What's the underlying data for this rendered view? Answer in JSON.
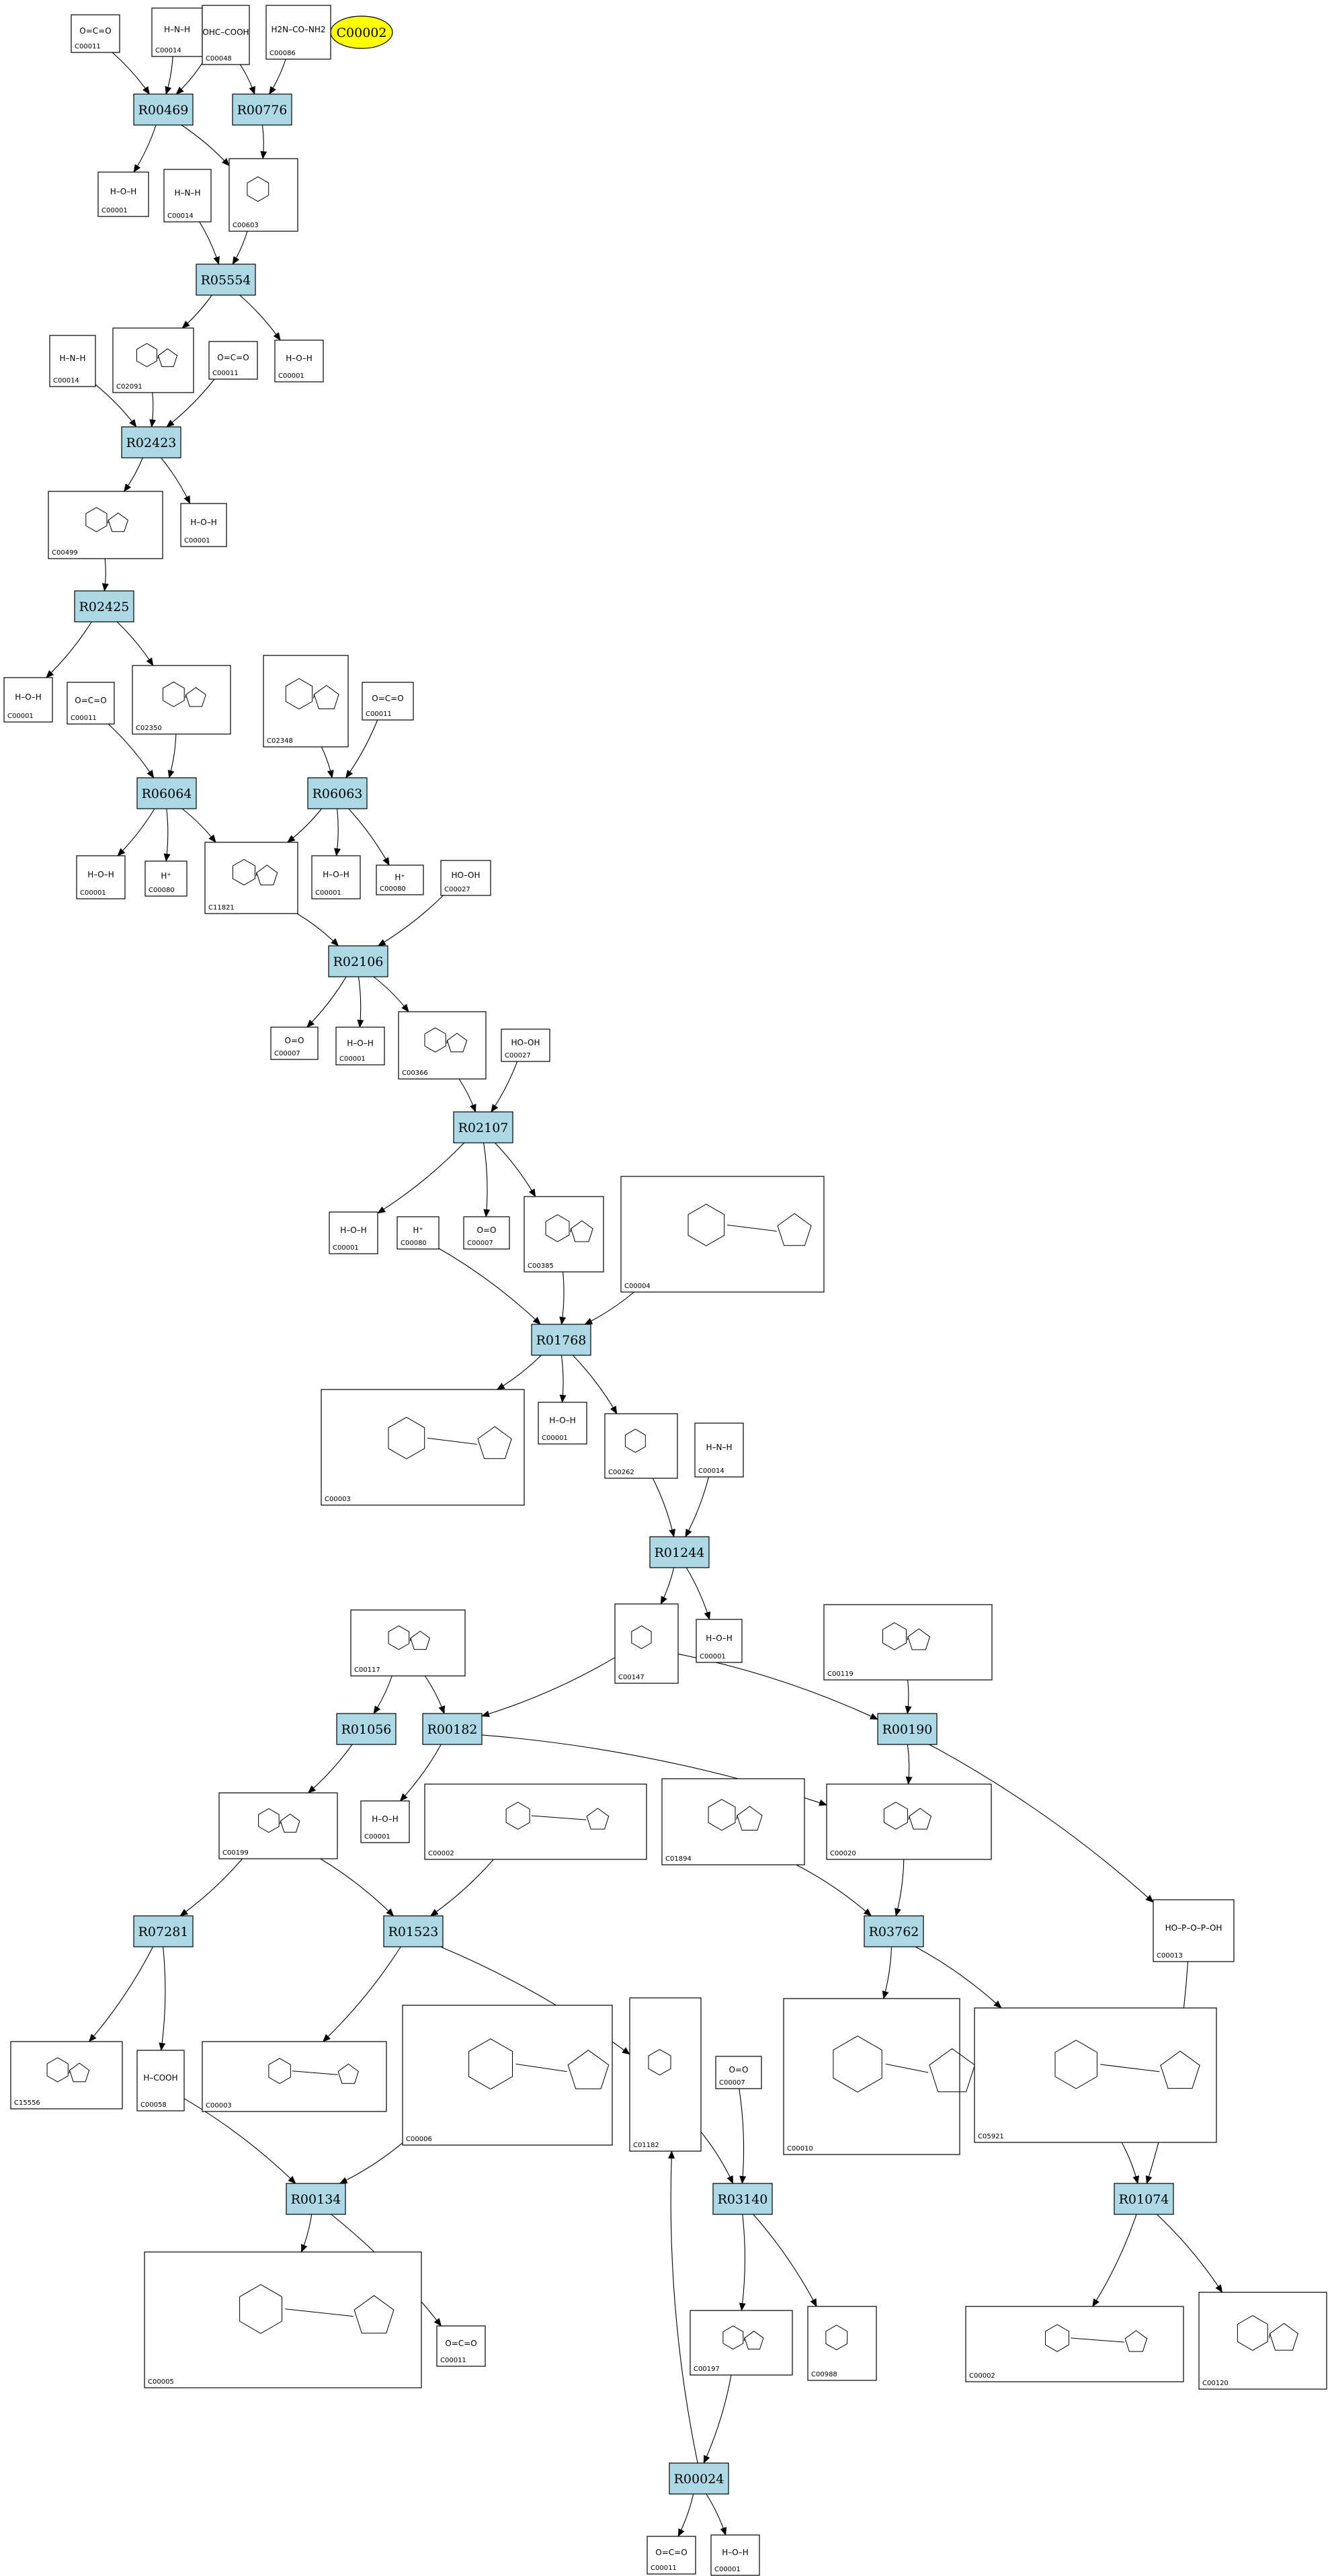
{
  "target": "C00002",
  "reactions": [
    "R00469",
    "R00776",
    "R05554",
    "R02423",
    "R02425",
    "R06064",
    "R06063",
    "R02106",
    "R02107",
    "R01768",
    "R01244",
    "R01056",
    "R00182",
    "R00190",
    "R07281",
    "R01523",
    "R03762",
    "R00134",
    "R03140",
    "R01074",
    "R00024"
  ],
  "compounds": [
    {
      "id": "a1",
      "label": "C00011",
      "struct": "O=C=O"
    },
    {
      "id": "a2",
      "label": "C00014",
      "struct": "H–N–H"
    },
    {
      "id": "a3",
      "label": "C00048",
      "struct": "OHC–COOH"
    },
    {
      "id": "a4",
      "label": "C00086",
      "struct": "H2N–CO–NH2"
    },
    {
      "id": "b1",
      "label": "C00001",
      "struct": "H–O–H"
    },
    {
      "id": "b2",
      "label": "C00014",
      "struct": "H–N–H"
    },
    {
      "id": "b3",
      "label": "C00603",
      "struct": "ring"
    },
    {
      "id": "c1",
      "label": "C00001",
      "struct": "H–O–H"
    },
    {
      "id": "d1",
      "label": "C00014",
      "struct": "H–N–H"
    },
    {
      "id": "d2",
      "label": "C02091",
      "struct": "ring"
    },
    {
      "id": "d3",
      "label": "C00011",
      "struct": "O=C=O"
    },
    {
      "id": "e1",
      "label": "C00499",
      "struct": "ring"
    },
    {
      "id": "e2",
      "label": "C00001",
      "struct": "H–O–H"
    },
    {
      "id": "f1",
      "label": "C00001",
      "struct": "H–O–H"
    },
    {
      "id": "f2",
      "label": "C00011",
      "struct": "O=C=O"
    },
    {
      "id": "f3",
      "label": "C02350",
      "struct": "ring"
    },
    {
      "id": "f4",
      "label": "C02348",
      "struct": "ring"
    },
    {
      "id": "f5",
      "label": "C00011",
      "struct": "O=C=O"
    },
    {
      "id": "g1",
      "label": "C00001",
      "struct": "H–O–H"
    },
    {
      "id": "g2",
      "label": "C00080",
      "struct": "H⁺"
    },
    {
      "id": "g3",
      "label": "C11821",
      "struct": "ring"
    },
    {
      "id": "g4",
      "label": "C00001",
      "struct": "H–O–H"
    },
    {
      "id": "g5",
      "label": "C00080",
      "struct": "H⁺"
    },
    {
      "id": "g6",
      "label": "C00027",
      "struct": "HO–OH"
    },
    {
      "id": "h1",
      "label": "C00007",
      "struct": "O=O"
    },
    {
      "id": "h2",
      "label": "C00001",
      "struct": "H–O–H"
    },
    {
      "id": "h3",
      "label": "C00366",
      "struct": "ring"
    },
    {
      "id": "h4",
      "label": "C00027",
      "struct": "HO–OH"
    },
    {
      "id": "i1",
      "label": "C00001",
      "struct": "H–O–H"
    },
    {
      "id": "i2",
      "label": "C00080",
      "struct": "H⁺"
    },
    {
      "id": "i3",
      "label": "C00007",
      "struct": "O=O"
    },
    {
      "id": "i4",
      "label": "C00385",
      "struct": "ring"
    },
    {
      "id": "i5",
      "label": "C00004",
      "struct": "ring"
    },
    {
      "id": "j1",
      "label": "C00003",
      "struct": "ring"
    },
    {
      "id": "j2",
      "label": "C00001",
      "struct": "H–O–H"
    },
    {
      "id": "j3",
      "label": "C00262",
      "struct": "ring"
    },
    {
      "id": "j4",
      "label": "C00014",
      "struct": "H–N–H"
    },
    {
      "id": "k1",
      "label": "C00117",
      "struct": "ring"
    },
    {
      "id": "k2",
      "label": "C00147",
      "struct": "ring"
    },
    {
      "id": "k3",
      "label": "C00001",
      "struct": "H–O–H"
    },
    {
      "id": "k4",
      "label": "C00119",
      "struct": "ring"
    },
    {
      "id": "l1",
      "label": "C00199",
      "struct": "ring"
    },
    {
      "id": "l2",
      "label": "C00001",
      "struct": "H–O–H"
    },
    {
      "id": "l3",
      "label": "C00002",
      "struct": "ring"
    },
    {
      "id": "l4",
      "label": "C01894",
      "struct": "ring"
    },
    {
      "id": "l5",
      "label": "C00020",
      "struct": "ring"
    },
    {
      "id": "l6",
      "label": "C00013",
      "struct": "HO–P–O–P–OH"
    },
    {
      "id": "m1",
      "label": "C15556",
      "struct": "ring"
    },
    {
      "id": "m2",
      "label": "C00058",
      "struct": "H–COOH"
    },
    {
      "id": "m3",
      "label": "C00003",
      "struct": "ring"
    },
    {
      "id": "m4",
      "label": "C00006",
      "struct": "ring"
    },
    {
      "id": "m5",
      "label": "C01182",
      "struct": "ring"
    },
    {
      "id": "m6",
      "label": "C00007",
      "struct": "O=O"
    },
    {
      "id": "m7",
      "label": "C00010",
      "struct": "ring"
    },
    {
      "id": "m8",
      "label": "C05921",
      "struct": "ring"
    },
    {
      "id": "n1",
      "label": "C00005",
      "struct": "ring"
    },
    {
      "id": "n2",
      "label": "C00011",
      "struct": "O=C=O"
    },
    {
      "id": "n3",
      "label": "C00197",
      "struct": "ring"
    },
    {
      "id": "n4",
      "label": "C00988",
      "struct": "ring"
    },
    {
      "id": "n5",
      "label": "C00002",
      "struct": "ring"
    },
    {
      "id": "n6",
      "label": "C00120",
      "struct": "ring"
    },
    {
      "id": "o1",
      "label": "C00011",
      "struct": "O=C=O"
    },
    {
      "id": "o2",
      "label": "C00001",
      "struct": "H–O–H"
    }
  ]
}
